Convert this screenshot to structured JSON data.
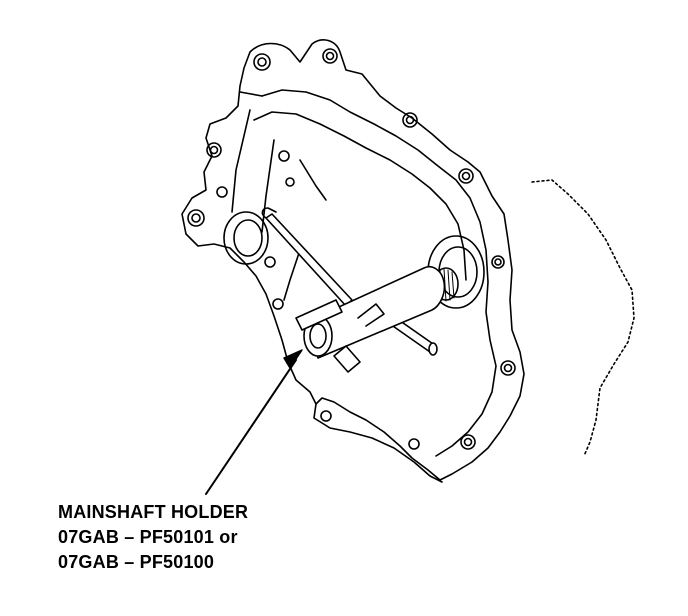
{
  "callout": {
    "name": "MAINSHAFT HOLDER",
    "part_line_1": "07GAB – PF50101 or",
    "part_line_2": "07GAB – PF50100"
  },
  "colors": {
    "ink": "#000000",
    "paper": "#ffffff"
  }
}
